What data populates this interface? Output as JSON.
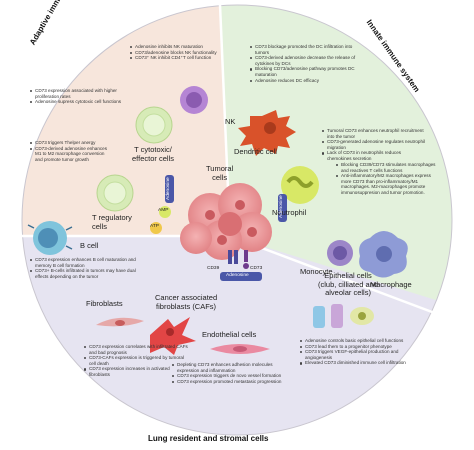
{
  "sections": {
    "adaptive": "Adaptive immune system",
    "innate": "Innate immune system",
    "lung": "Lung resident and stromal cells"
  },
  "cells": {
    "nk": "NK",
    "t_cytotoxic": "T cytotoxic/\neffector cells",
    "t_regulatory": "T regulatory\ncells",
    "b_cell": "B cell",
    "tumoral": "Tumoral\ncells",
    "dendritic": "Dendritic cell",
    "neutrophil": "Neutrophil",
    "monocyte": "Monocyte",
    "macrophage": "Macrophage",
    "fibroblasts": "Fibroblasts",
    "cafs": "Cancer associated\nfibroblasts (CAFs)",
    "endothelial": "Endothelial cells",
    "epithelial": "Epithelial cells\n(club, cilliated and\nalveolar cells)"
  },
  "molecules": {
    "amp": "AMP",
    "atp": "ATP",
    "cd39": "CD39",
    "cd73": "CD73",
    "adenosine_center": "Adenosine",
    "adenosine_right": "Adenosine",
    "adenosine_left": "Adenosine"
  },
  "notes": {
    "nk": [
      "Adenosine inhibits NK maturation",
      "CD73/adenosine blocks NK functionality",
      "CD73⁺ NK inhibit CD4⁺T cell function"
    ],
    "t_cytotoxic": [
      "CD73 expression associated with higher proliferation rates",
      "Adenosine supress cytotoxic cell functions"
    ],
    "t_regulatory": [
      "CD73 triggers Thelper anergy",
      "CD73-derived adenosine enhances M1 to M2 macrophage conversion and promote tumor growth"
    ],
    "b_cell": [
      "CD73 expression enhances B cell maturation and memory B cell formation",
      "CD73+ B-cells infiltrated in tumors may have dual effects depending on the tumor"
    ],
    "dendritic": [
      "CD73 blockage promoted the DC infiltration into tumors",
      "CD73-derived adenosine decrease the release of cytokines by DCs",
      "Blocking CD73/adenosine pathway promotes DC maturation",
      "Adenosine reduces DC efficacy"
    ],
    "neutrophil": [
      "Tumoral CD73 enhances neutrophil recruitment into the tumor",
      "CD73-generated adenosine regulates neutrophil migration",
      "Lack of CD73 in neutrophils reduces chemokines secretion"
    ],
    "macrophage": [
      "Blocking CD39/CD73 stimulates macrophages and reactives T cells functions",
      "Anti-inflammatory/M2 macrophages express more CD73 than pro-inflammatory/M1 macrophages. M2-macrophages promote immunosuppresion and tumor promotion."
    ],
    "cafs": [
      "CD73 expression correlates with infiltrated CAFs and bad prognosis",
      "CD73-CAFs expression is triggered by tumoral cell death",
      "CD73 expression increases in activated fibroblasts"
    ],
    "endothelial": [
      "Depleting CD73 enhances adhesion molecules expression and inflammation",
      "CD73 expression triggers de novo vessel formation",
      "CD73 expression promoted metastasic progression"
    ],
    "epithelial": [
      "Adenosine controls basic epithelial cell functions",
      "CD73 lead them to a progenitor phenotype",
      "CD73 triggers VEGF-epithelial production and angiogenesis",
      "Elevated CD73 diminished immune cell infiltration"
    ]
  },
  "colors": {
    "adaptive_bg": "#f7e6dc",
    "innate_bg": "#e3f1dc",
    "lung_bg": "#e6e4f1",
    "tumor": "#ea8c8e",
    "dendritic": "#d9522a",
    "neutrophil": "#d8e866",
    "macrophage": "#8e9bd6",
    "t_cell": "#d7ebb7",
    "nk": "#b585d4",
    "b_cell": "#7fc4dc",
    "caf": "#e24545",
    "endothelial": "#ea8aa1"
  }
}
